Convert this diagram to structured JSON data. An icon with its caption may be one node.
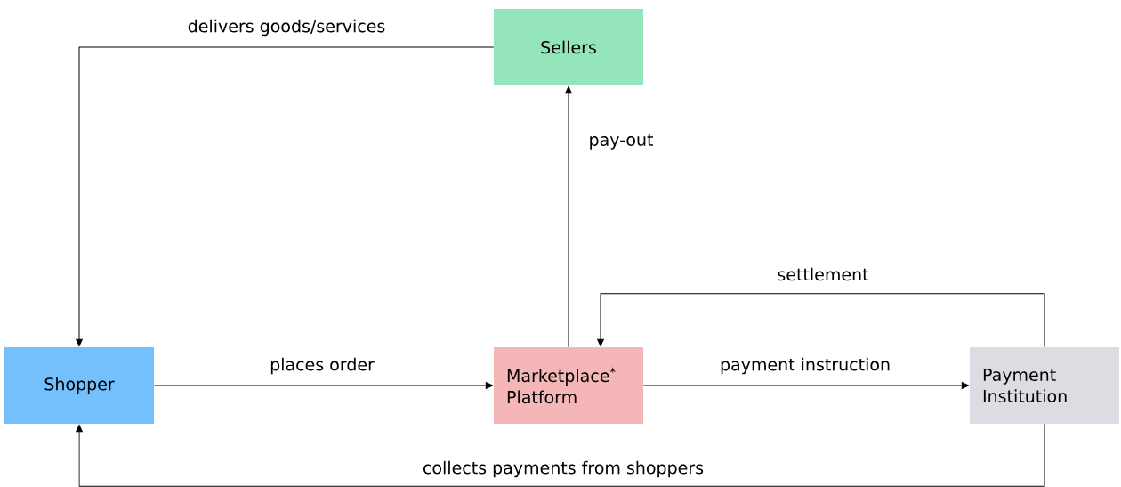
{
  "diagram": {
    "nodes": [
      {
        "text": [
          "Sellers"
        ]
      },
      {
        "text": [
          "Shopper"
        ]
      },
      {
        "text": [
          "Marketplace$^{*}$ Platform"
        ]
      },
      {
        "text": [
          "Payment Institution"
        ]
      }
    ],
    "edges": [
      {
        "from": 0,
        "to": 1,
        "arrow": "to",
        "label": "delivers goods/services"
      },
      {
        "from": 1,
        "to": 2,
        "arrow": "to",
        "label": "places order"
      },
      {
        "from": 2,
        "to": 0,
        "arrow": "to",
        "label": "pay-out"
      },
      {
        "from": 2,
        "to": 3,
        "arrow": "to",
        "label": "payment instruction"
      },
      {
        "from": 3,
        "to": 2,
        "arrow": "to",
        "label": "settlement"
      },
      {
        "from": 3,
        "to": 1,
        "arrow": "to",
        "label": "collects payments from shoppers"
      }
    ]
  }
}
